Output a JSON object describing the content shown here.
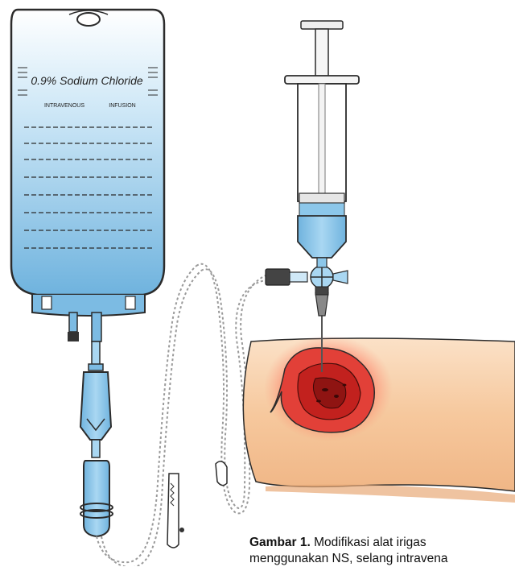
{
  "bag": {
    "title": "0.9% Sodium Chloride",
    "subtitle_left": "INTRAVENOUS",
    "subtitle_right": "INFUSION"
  },
  "caption": {
    "label": "Gambar 1.",
    "line1": " Modifikasi alat irigas",
    "line2": "menggunakan NS, selang intravena"
  },
  "colors": {
    "fluid": "#8cc7ea",
    "fluid_dark": "#6fb3de",
    "outline": "#2b2b2b",
    "skin": "#f6c89d",
    "skin_shadow": "#e8aa78",
    "wound": "#d3302c",
    "wound_glow": "#ff4b40",
    "tube": "#9a9a9a"
  },
  "icons": [
    "iv-bag-icon",
    "syringe-icon",
    "drip-chamber-icon",
    "roller-clamp-icon",
    "three-way-stopcock-icon",
    "needle-icon",
    "wound-icon"
  ]
}
